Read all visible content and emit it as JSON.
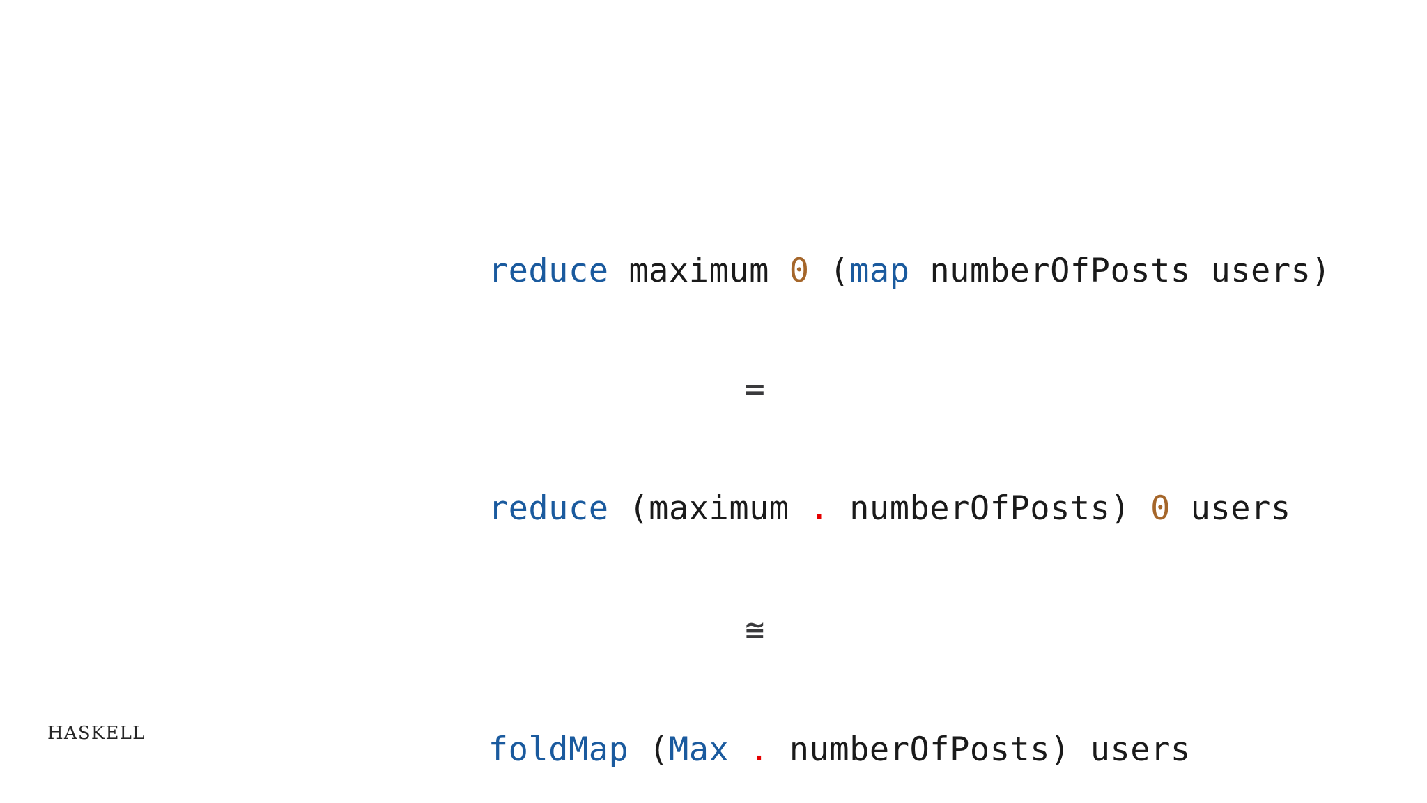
{
  "slide": {
    "background_color": "#ffffff",
    "brand_label": "HASKELL"
  },
  "palette": {
    "function_blue": "#1a5a9e",
    "literal_orange": "#a5662a",
    "operator_red": "#e50000",
    "text_black": "#1a1a1a",
    "operator_gray": "#3a3a3c"
  },
  "equation": {
    "line1": {
      "tokens": {
        "fn": "reduce",
        "sp1": " ",
        "arg1": "maximum",
        "sp2": " ",
        "zero": "0",
        "sp3": " ",
        "open": "(",
        "fn2": "map",
        "sp4": " ",
        "arg2": "numberOfPosts",
        "sp5": " ",
        "arg3": "users",
        "close": ")"
      },
      "plain_text": "reduce maximum 0 (map numberOfPosts users)"
    },
    "operator1": {
      "glyph": "=",
      "name": "equals-sign"
    },
    "line2": {
      "tokens": {
        "fn": "reduce",
        "sp1": " ",
        "open": "(",
        "arg1": "maximum",
        "sp2": " ",
        "dot": ".",
        "sp3": " ",
        "arg2": "numberOfPosts",
        "close": ")",
        "sp4": " ",
        "zero": "0",
        "sp5": " ",
        "arg3": "users"
      },
      "plain_text": "reduce (maximum . numberOfPosts) 0 users"
    },
    "operator2": {
      "glyph": "≅",
      "name": "congruent-sign"
    },
    "line3": {
      "tokens": {
        "fn": "foldMap",
        "sp1": " ",
        "open": "(",
        "ctor": "Max",
        "sp2": " ",
        "dot": ".",
        "sp3": " ",
        "arg1": "numberOfPosts",
        "close": ")",
        "sp4": " ",
        "arg2": "users"
      },
      "plain_text": "foldMap (Max . numberOfPosts) users"
    }
  }
}
